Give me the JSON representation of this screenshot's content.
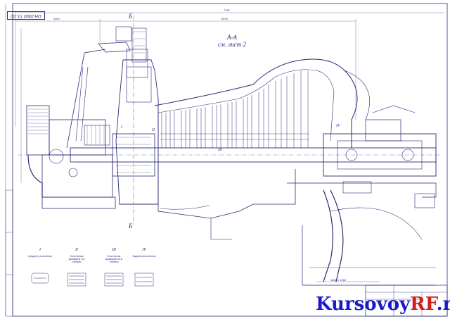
{
  "sheet": {
    "stamp_code": "ОН-0300 ТЗ .00",
    "section_ref": "А-А",
    "section_sheet": "см. лист 2",
    "cut_label_top": "Б",
    "cut_label_bottom": "Б"
  },
  "stages_labels": [
    "I",
    "II",
    "III",
    "IV"
  ],
  "detail_views": [
    {
      "numeral": "I",
      "caption": "Среднее уплотнение"
    },
    {
      "numeral": "II",
      "caption": "Уплотнение диафрагм II-й ступени"
    },
    {
      "numeral": "III",
      "caption": "Уплотнение диафрагм III-й ступени"
    },
    {
      "numeral": "IV",
      "caption": "Задний уплотнитель"
    }
  ],
  "dimensions": {
    "overall": "7767",
    "left_span": "1100",
    "mid_span": "5070",
    "bottom_span": "1820 ± 1160"
  },
  "watermark": {
    "text_main": "Kursovoy",
    "text_accent": "RF",
    "text_suffix": ".ru"
  },
  "colors": {
    "line": "#2a2a7a",
    "watermark_blue": "#1a1ac8",
    "watermark_red": "#d21e1e"
  }
}
